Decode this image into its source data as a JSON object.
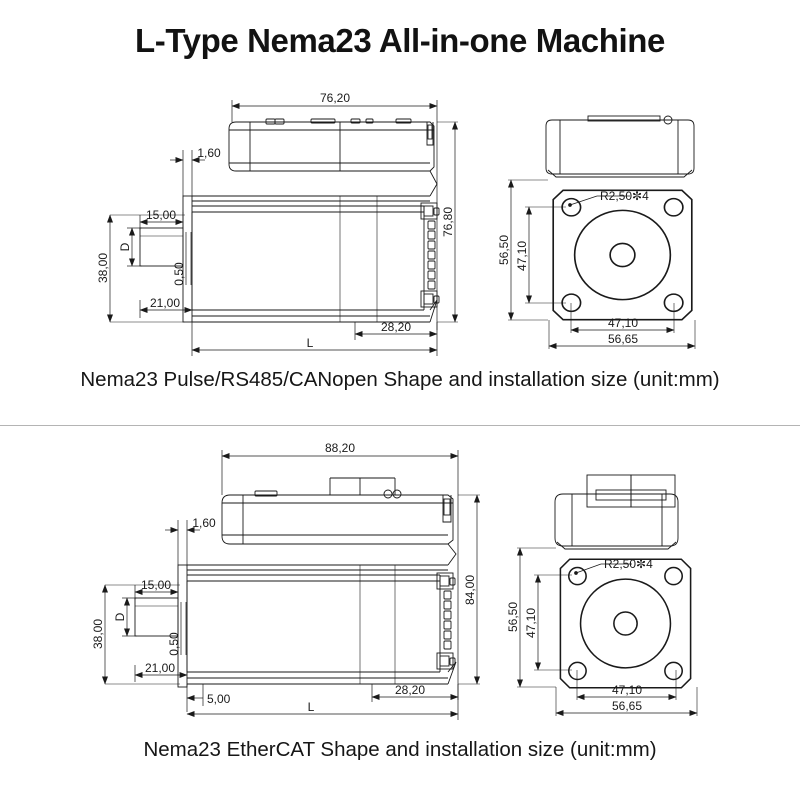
{
  "page": {
    "title": "L-Type Nema23 All-in-one Machine",
    "background_color": "#ffffff",
    "line_color": "#1a1a1a",
    "divider_color": "#b4b4b4"
  },
  "sections": [
    {
      "id": "pulse",
      "caption": "Nema23 Pulse/RS485/CANopen Shape and installation size (unit:mm)",
      "side_view": {
        "dimensions": {
          "overall_length": "76,20",
          "overall_height": "76,80",
          "flange_thickness": "1,60",
          "shaft_length": "15,00",
          "shaft_diameter_label": "D",
          "motor_body_width": "38,00",
          "step_height": "0,50",
          "front_offset": "21,00",
          "rear_depth": "28,20",
          "body_length_symbol": "L"
        }
      },
      "end_view": {
        "dimensions": {
          "mounting_hole": "R2,50✼4",
          "flange_height": "56,50",
          "hole_pitch_vertical": "47,10",
          "hole_pitch_horizontal": "47,10",
          "flange_width": "56,65"
        }
      }
    },
    {
      "id": "ethercat",
      "caption": "Nema23 EtherCAT Shape and installation size (unit:mm)",
      "side_view": {
        "dimensions": {
          "overall_length": "88,20",
          "overall_height": "84,00",
          "flange_thickness": "1,60",
          "shaft_length": "15,00",
          "shaft_diameter_label": "D",
          "motor_body_width": "38,00",
          "step_height": "0,50",
          "front_offset": "21,00",
          "rear_depth": "28,20",
          "tail_offset": "5,00",
          "body_length_symbol": "L"
        }
      },
      "end_view": {
        "dimensions": {
          "mounting_hole": "R2,50✼4",
          "flange_height": "56,50",
          "hole_pitch_vertical": "47,10",
          "hole_pitch_horizontal": "47,10",
          "flange_width": "56,65"
        }
      }
    }
  ]
}
